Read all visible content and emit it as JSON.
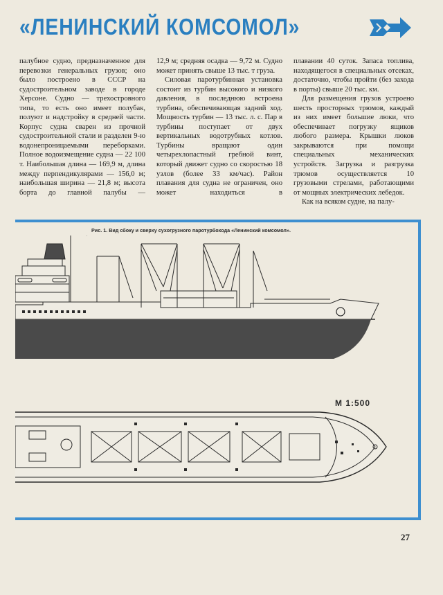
{
  "article": {
    "title": "«ЛЕНИНСКИЙ КОМСОМОЛ»",
    "page_number": "27",
    "col1": [
      "палубное судно, предназначенное для перевозки генеральных грузов; оно было построено в СССР на судостроительном заводе в городе Херсоне. Судно — трехостровного типа, то есть оно имеет полубак, полуют и надстройку в средней части. Корпус судна сварен из прочной судостроительной стали и разделен 9-ю водонепроницаемыми переборками. Полное водоизмещение судна — 22 100 т. Наибольшая длина — 169,9 м, длина между перпендикулярами — 156,0 м; наибольшая ширина — 21,8 м; высота борта до главной палубы —"
    ],
    "col2": [
      "12,9 м; средняя осадка — 9,72 м. Судно может принять свыше 13 тыс. т груза.",
      "Силовая паротурбинная установка состоит из турбин высокого и низкого давления, в последнюю встроена турбина, обеспечивающая задний ход. Мощность турбин — 13 тыс. л. с. Пар в турбины поступает от двух вертикальных водотрубных котлов. Турбины вращают один четырехлопастный гребной винт, который движет судно со скоростью 18 узлов (более 33 км/час). Район плавания для судна не ограничен, оно может находиться в"
    ],
    "col3": [
      "плавании 40 суток. Запаса топлива, находящегося в специальных отсеках, достаточно, чтобы пройти (без захода в порты) свыше 20 тыс. км.",
      "Для размещения грузов устроено шесть просторных трюмов, каждый из них имеет большие люки, что обеспечивает погрузку ящиков любого размера. Крышки люков закрываются при помощи специальных механических устройств. Загрузка и разгрузка трюмов осуществляется 10 грузовыми стрелами, работающими от мощных электрических лебедок.",
      "Как на всяком судне, на палу-"
    ]
  },
  "figure": {
    "caption": "Рис. 1. Вид сбоку и сверху сухогрузного паротурбохода «Ленинский комсомол».",
    "scale": "М 1:500"
  },
  "colors": {
    "accent": "#2a7fc0",
    "frame": "#3d8fd0",
    "hull": "#4a4a4a",
    "paper": "#eeeadf"
  },
  "icons": [
    "arrow-logo-icon",
    "ship-side-view",
    "ship-top-view"
  ]
}
